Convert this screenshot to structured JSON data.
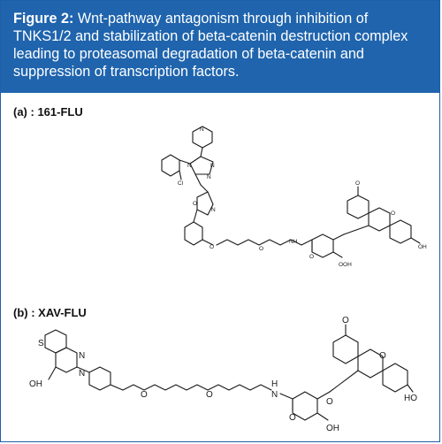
{
  "figure": {
    "label": "Figure 2:",
    "caption": " Wnt-pathway antagonism through inhibition of TNKS1/2 and stabilization of beta-catenin destruction complex leading to proteasomal degradation of beta-catenin and suppression of transcription factors."
  },
  "panels": [
    {
      "label": "(a) : 161-FLU",
      "atoms": {
        "cl": "Cl",
        "n": "N",
        "o": "O",
        "oh": "OH",
        "nh": "NH",
        "ooh": "OOH"
      }
    },
    {
      "label": "(b) : XAV-FLU",
      "atoms": {
        "s": "S",
        "n": "N",
        "oh": "OH",
        "o": "O",
        "h": "H",
        "n2": "N",
        "ho": "HO",
        "oh2": "OH"
      }
    }
  ],
  "colors": {
    "header_bg": "#1f64ad",
    "border": "#1f5fa8"
  }
}
